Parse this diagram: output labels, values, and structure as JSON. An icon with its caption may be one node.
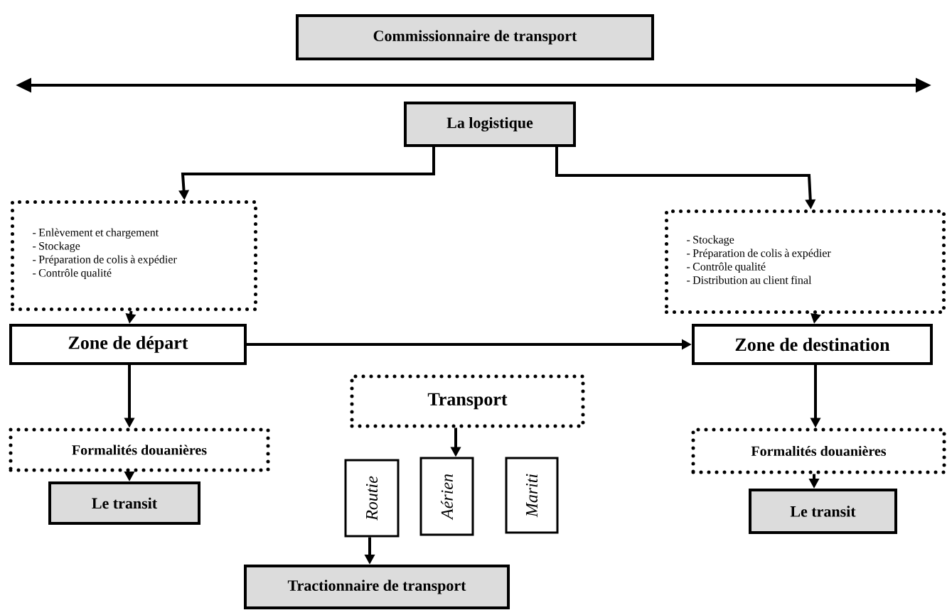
{
  "diagram": {
    "nodes": [
      {
        "text": [
          "Commissionnaire de transport"
        ]
      },
      {
        "text": [
          "La logistique"
        ]
      },
      {
        "text": [
          "- Enlèvement et chargement",
          "- Stockage",
          "- Préparation de colis à expédier",
          "- Contrôle qualité"
        ]
      },
      {
        "text": [
          "- Stockage",
          "- Préparation de colis à expédier",
          "- Contrôle qualité",
          "- Distribution au client final"
        ]
      },
      {
        "text": [
          "Zone de départ"
        ]
      },
      {
        "text": [
          "Zone de destination"
        ]
      },
      {
        "text": [
          "Formalités douanières"
        ]
      },
      {
        "text": [
          "Transport"
        ]
      },
      {
        "text": [
          "Formalités douanières"
        ]
      },
      {
        "text": [
          "Routie"
        ]
      },
      {
        "text": [
          "Aérien"
        ]
      },
      {
        "text": [
          "Mariti"
        ]
      },
      {
        "text": [
          "Le transit"
        ]
      },
      {
        "text": [
          "Le transit"
        ]
      },
      {
        "text": [
          "Tractionnaire de transport"
        ]
      }
    ],
    "edges": [
      {
        "from": 1,
        "to": 2,
        "arrow": "to"
      },
      {
        "from": 1,
        "to": 3,
        "arrow": "to"
      },
      {
        "from": 2,
        "to": 4,
        "arrow": "to"
      },
      {
        "from": 3,
        "to": 5,
        "arrow": "to"
      },
      {
        "from": 4,
        "to": 5,
        "arrow": "to"
      },
      {
        "from": 4,
        "to": 6,
        "arrow": "to"
      },
      {
        "from": 6,
        "to": 12,
        "arrow": "to"
      },
      {
        "from": 5,
        "to": 8,
        "arrow": "to"
      },
      {
        "from": 8,
        "to": 13,
        "arrow": "to"
      },
      {
        "from": 7,
        "to": 10,
        "arrow": "to"
      },
      {
        "from": 9,
        "to": 14,
        "arrow": "to"
      }
    ]
  }
}
